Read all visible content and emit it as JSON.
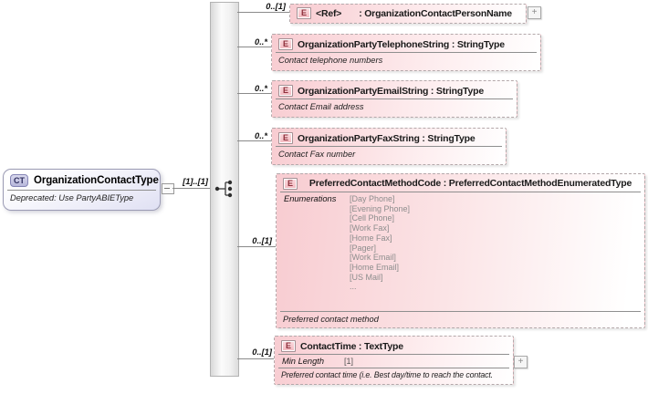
{
  "root": {
    "badge": "CT",
    "title": "OrganizationContactType",
    "annotation": "Deprecated: Use PartyABIEType",
    "cardinality": "[1]..[1]"
  },
  "elements": {
    "ref": {
      "badge": "E",
      "cardinality": "0..[1]",
      "name": "<Ref>",
      "type": ": OrganizationContactPersonName",
      "expand_label": "+"
    },
    "telephone": {
      "badge": "E",
      "cardinality": "0..*",
      "title": "OrganizationPartyTelephoneString : StringType",
      "annotation": "Contact telephone numbers"
    },
    "email": {
      "badge": "E",
      "cardinality": "0..*",
      "title": "OrganizationPartyEmailString : StringType",
      "annotation": "Contact Email address"
    },
    "fax": {
      "badge": "E",
      "cardinality": "0..*",
      "title": "OrganizationPartyFaxString : StringType",
      "annotation": "Contact Fax number"
    },
    "preferred_method": {
      "badge": "E",
      "cardinality": "0..[1]",
      "title": "PreferredContactMethodCode : PreferredContactMethodEnumeratedType",
      "facet_label": "Enumerations",
      "enumerations": [
        "[Day Phone]",
        "[Evening Phone]",
        "[Cell Phone]",
        "[Work Fax]",
        "[Home Fax]",
        "[Pager]",
        "[Work Email]",
        "[Home Email]",
        "[US Mail]",
        "..."
      ],
      "annotation": "Preferred contact method"
    },
    "contact_time": {
      "badge": "E",
      "cardinality": "0..[1]",
      "title": "ContactTime : TextType",
      "facet_label": "Min Length",
      "facet_value": "[1]",
      "annotation": "Preferred contact time (i.e. Best day/time to reach the contact.",
      "expand_label": "+"
    }
  },
  "colors": {
    "element_fill": "#f8ccd1",
    "root_fill": "#e6e7f6",
    "line": "#8a8a8a"
  }
}
